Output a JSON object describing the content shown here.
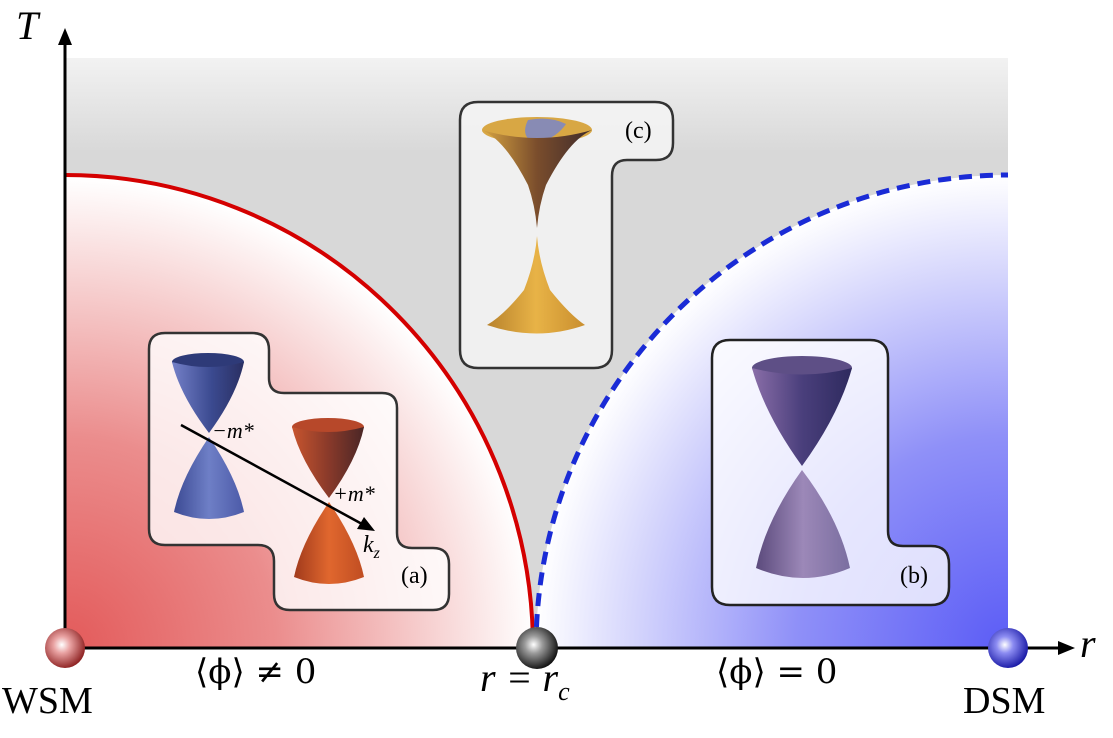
{
  "axes": {
    "y_label": "T",
    "x_label": "r"
  },
  "phases": {
    "left_label": "WSM",
    "right_label": "DSM",
    "left_order": "⟨ϕ⟩ ≠ 0",
    "right_order": "⟨ϕ⟩ = 0",
    "critical_label": "r = r_c",
    "critical_main": "r = r",
    "critical_sub": "c"
  },
  "insets": {
    "a": {
      "tag": "(a)",
      "minus_label": "−m*",
      "plus_label": "+m*",
      "axis_label": "k",
      "axis_sub": "z"
    },
    "b": {
      "tag": "(b)"
    },
    "c": {
      "tag": "(c)"
    }
  },
  "colors": {
    "wsm_red": "#e05a5a",
    "dsm_blue": "#5a5cf7",
    "critical_line_red": "#d40000",
    "dashed_line_blue": "#1a2bd6",
    "background_gray": "#d9d9d9"
  }
}
